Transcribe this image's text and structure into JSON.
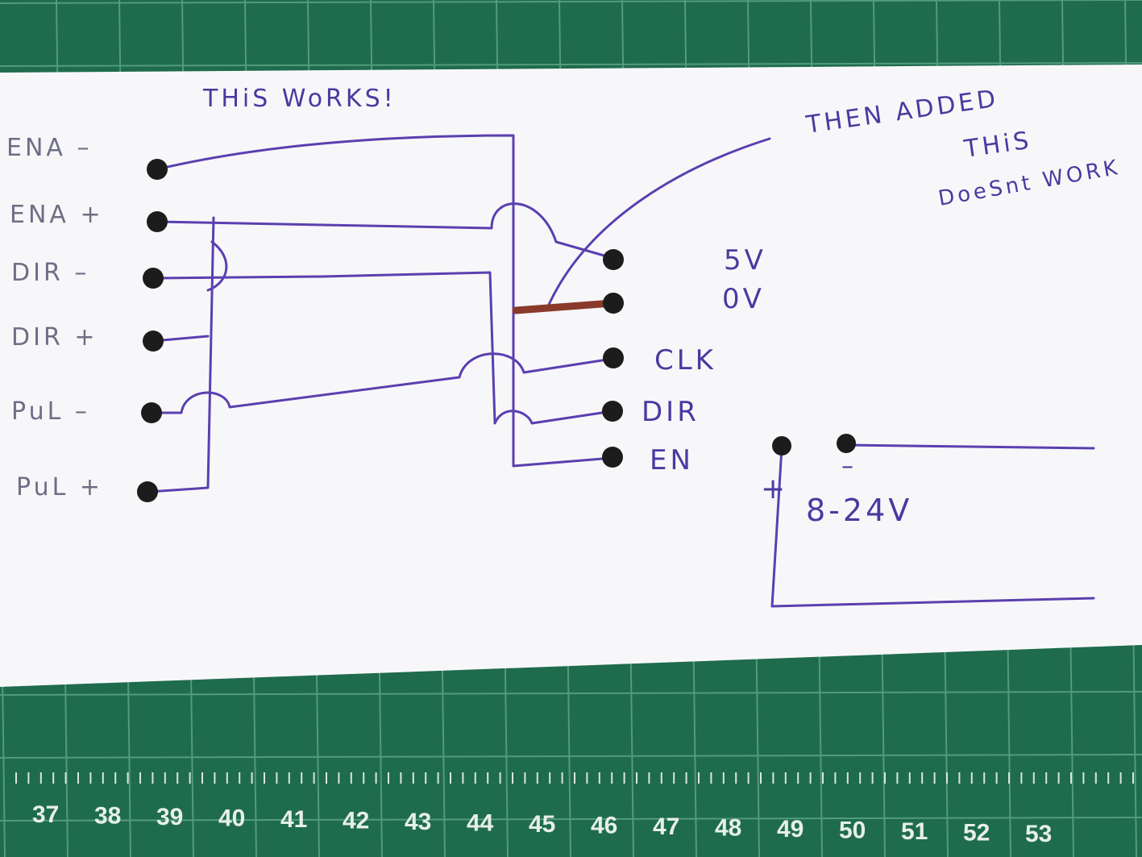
{
  "notes": {
    "top": "THiS   WoRKS!",
    "added_line1": "THEN ADDED",
    "added_line2": "THiS",
    "added_line3": "DoeSnt WORK"
  },
  "left_pins": [
    {
      "id": "ena-minus",
      "label": "ENA –"
    },
    {
      "id": "ena-plus",
      "label": "ENA +"
    },
    {
      "id": "dir-minus",
      "label": "DIR –"
    },
    {
      "id": "dir-plus",
      "label": "DIR +"
    },
    {
      "id": "pul-minus",
      "label": "PuL –"
    },
    {
      "id": "pul-plus",
      "label": "PuL +"
    }
  ],
  "right_pins": [
    {
      "id": "5v",
      "label": "5V"
    },
    {
      "id": "0v",
      "label": "0V"
    },
    {
      "id": "clk",
      "label": "CLK"
    },
    {
      "id": "dir",
      "label": "DIR"
    },
    {
      "id": "en",
      "label": "EN"
    }
  ],
  "power": {
    "plus": "+",
    "minus": "–",
    "voltage": "8-24V"
  },
  "ruler": [
    "37",
    "38",
    "39",
    "40",
    "41",
    "42",
    "43",
    "44",
    "45",
    "46",
    "47",
    "48",
    "49",
    "50",
    "51",
    "52",
    "53"
  ],
  "colors": {
    "mat": "#1f6b4e",
    "paper": "#f7f7f9",
    "ink": "#5b3fb0",
    "added_wire": "#8a3a2a"
  }
}
